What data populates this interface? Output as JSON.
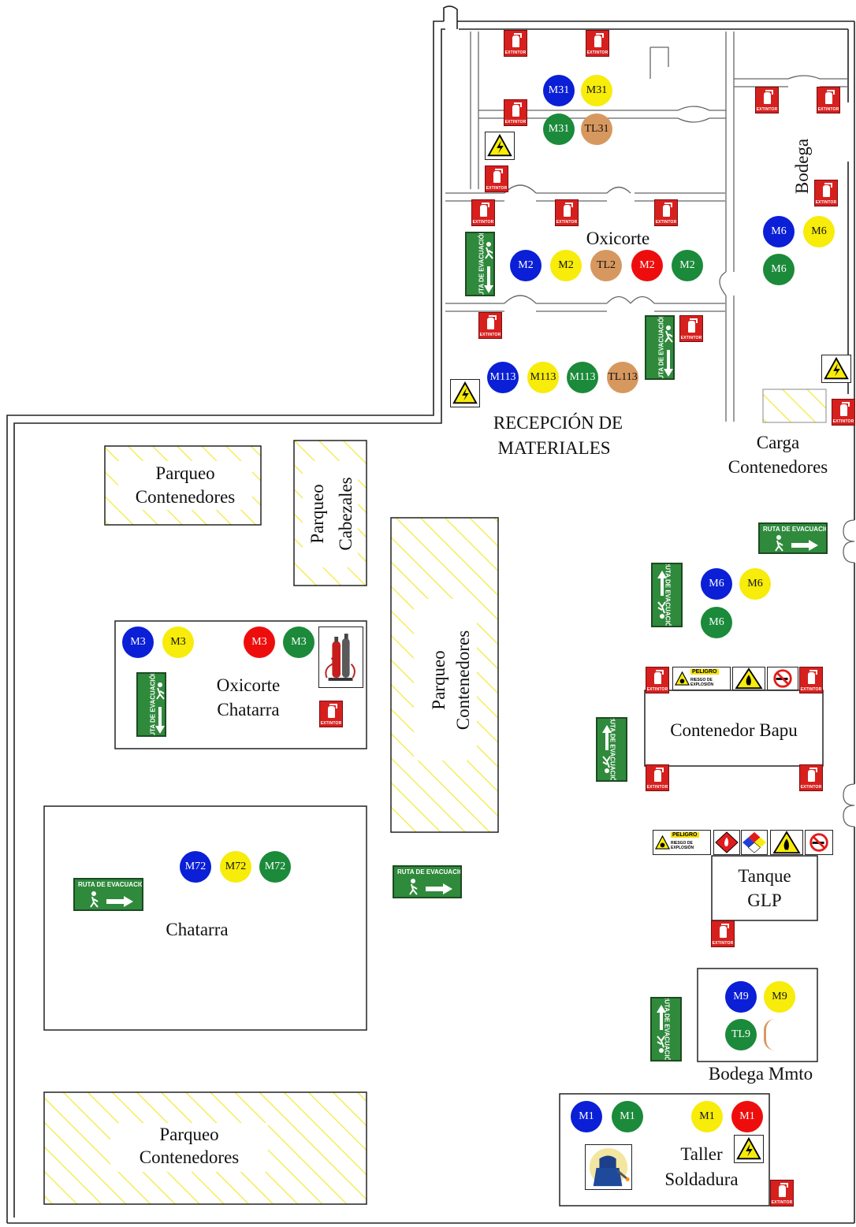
{
  "areas": {
    "oxicorte": "Oxicorte",
    "bodega": "Bodega",
    "recepcion_1": "RECEPCIÓN DE",
    "recepcion_2": "MATERIALES",
    "carga_1": "Carga",
    "carga_2": "Contenedores",
    "parqueo_1_a": "Parqueo",
    "parqueo_1_b": "Contenedores",
    "parqueo_cab_a": "Parqueo",
    "parqueo_cab_b": "Cabezales",
    "parqueo_center_a": "Parqueo",
    "parqueo_center_b": "Contenedores",
    "oxi_chat_a": "Oxicorte",
    "oxi_chat_b": "Chatarra",
    "chatarra": "Chatarra",
    "contenedor_bapu": "Contenedor Bapu",
    "tanque_a": "Tanque",
    "tanque_b": "GLP",
    "bodega_mmto": "Bodega Mmto",
    "taller_a": "Taller",
    "taller_b": "Soldadura",
    "parqueo_bottom_a": "Parqueo",
    "parqueo_bottom_b": "Contenedores"
  },
  "sign_text": {
    "extintor": "EXTINTOR",
    "ruta": "RUTA DE EVACUACIÓN",
    "peligro": "PELIGRO",
    "riesgo_1": "RIESGO DE",
    "riesgo_2": "EXPLOSIÓN"
  },
  "colors": {
    "blue": "#0a1fd6",
    "yellow": "#f7ec0a",
    "green": "#1b8a3a",
    "red": "#ee0d0d",
    "tan": "#d7985f",
    "hatch": "#f2ea3c",
    "sign_green": "#2f8a3c",
    "extinguisher_red": "#d6201e"
  },
  "markers": {
    "m31_blue": "M31",
    "m31_yellow": "M31",
    "m31_green": "M31",
    "tl31": "TL31",
    "m2_blue": "M2",
    "m2_yellow": "M2",
    "tl2": "TL2",
    "m2_red": "M2",
    "m2_green": "M2",
    "m6a_blue": "M6",
    "m6a_yellow": "M6",
    "m6a_green": "M6",
    "m113_blue": "M113",
    "m113_yellow": "M113",
    "m113_green": "M113",
    "tl113": "TL113",
    "m6b_blue": "M6",
    "m6b_yellow": "M6",
    "m6b_green": "M6",
    "m3_blue": "M3",
    "m3_yellow": "M3",
    "m3_red": "M3",
    "m3_green": "M3",
    "m72_blue": "M72",
    "m72_yellow": "M72",
    "m72_green": "M72",
    "m9_blue": "M9",
    "m9_yellow": "M9",
    "tl9": "TL9",
    "m1_blue": "M1",
    "m1_green": "M1",
    "m1_yellow": "M1",
    "m1_red": "M1"
  }
}
